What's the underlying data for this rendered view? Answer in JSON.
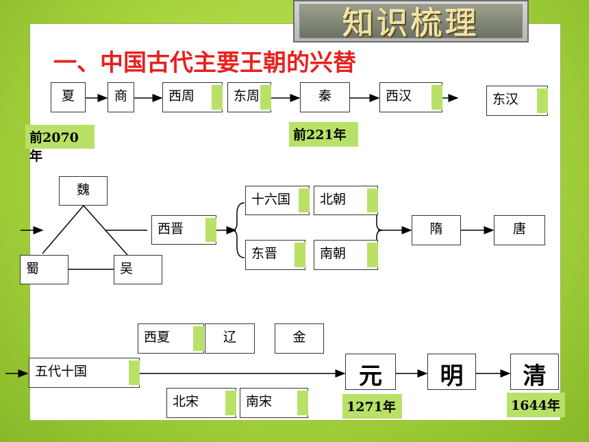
{
  "title": "知识梳理",
  "heading": "一、中国古代主要王朝的兴替",
  "row1": {
    "xia": "夏",
    "shang": "商",
    "xizhou": "西周",
    "dongzhou": "东周",
    "qin": "秦",
    "xihan": "西汉",
    "donghan": "东汉",
    "year_xia": "前2070年",
    "year_qin": "前221年"
  },
  "row2": {
    "wei": "魏",
    "shu": "蜀",
    "wu": "吴",
    "xijin": "西晋",
    "shiliuguo": "十六国",
    "beichao": "北朝",
    "dongjin": "东晋",
    "nanchao": "南朝",
    "sui": "隋",
    "tang": "唐"
  },
  "row3": {
    "xixia": "西夏",
    "liao": "辽",
    "jin": "金",
    "wudai": "五代十国",
    "beisong": "北宋",
    "nansong": "南宋",
    "yuan": "元",
    "ming": "明",
    "qing": "清",
    "year_yuan": "1271年",
    "year_qing": "1644年"
  }
}
